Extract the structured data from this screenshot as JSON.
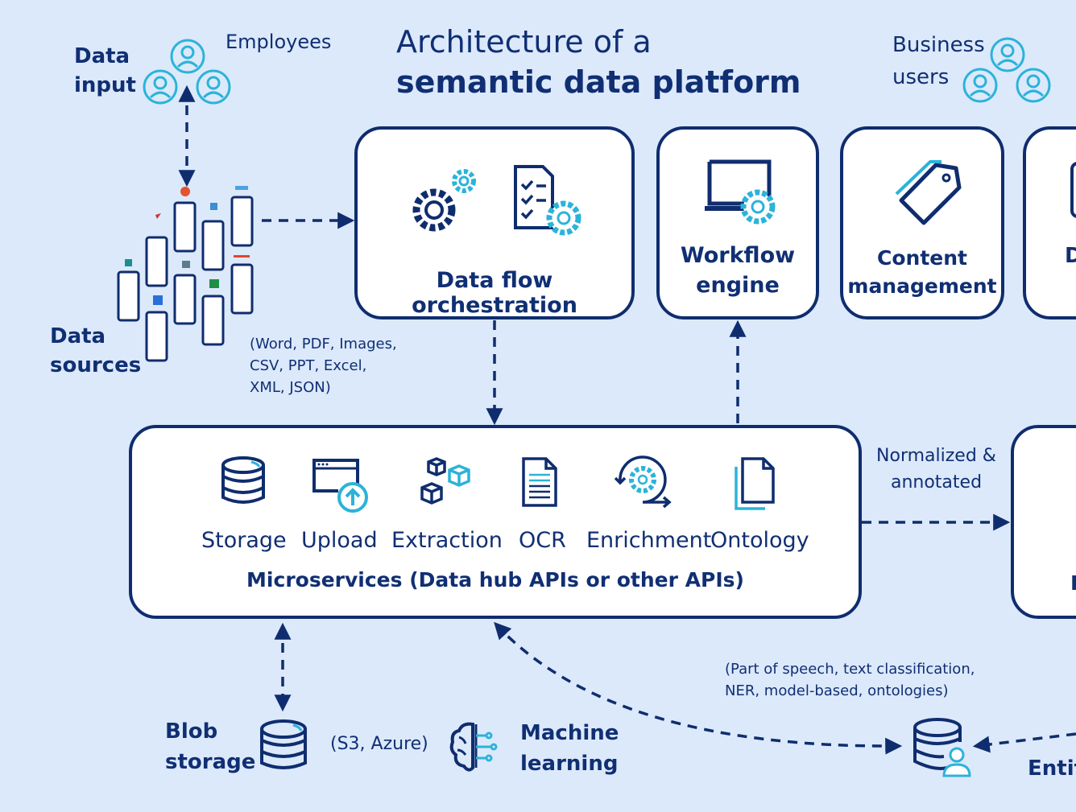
{
  "title": {
    "line1": "Architecture of a",
    "line2": "semantic data platform"
  },
  "data_input": {
    "line1": "Data",
    "line2": "input"
  },
  "employees": "Employees",
  "business_users": {
    "line1": "Business",
    "line2": "users"
  },
  "data_sources": {
    "line1": "Data",
    "line2": "sources"
  },
  "formats": {
    "line1": "(Word, PDF, Images,",
    "line2": "CSV, PPT, Excel,",
    "line3": "XML, JSON)"
  },
  "top_boxes": {
    "orchestration": "Data flow orchestration",
    "workflow": {
      "line1": "Workflow",
      "line2": "engine"
    },
    "content": {
      "line1": "Content",
      "line2": "management"
    },
    "partial": "Di"
  },
  "microservices": {
    "items": [
      "Storage",
      "Upload",
      "Extraction",
      "OCR",
      "Enrichment",
      "Ontology"
    ],
    "caption": "Microservices (Data hub APIs or other APIs)"
  },
  "normalized": {
    "line1": "Normalized &",
    "line2": "annotated"
  },
  "right_partial": "K",
  "blob": {
    "line1": "Blob",
    "line2": "storage",
    "note": "(S3, Azure)"
  },
  "ml": {
    "line1": "Machine",
    "line2": "learning"
  },
  "nlp_note": {
    "line1": "(Part of speech, text classification,",
    "line2": "NER, model-based, ontologies)"
  },
  "entity_partial": "Entit",
  "colors": {
    "navy": "#0f2d6e",
    "cyan": "#2bb3d9",
    "background": "#dce9fb"
  }
}
